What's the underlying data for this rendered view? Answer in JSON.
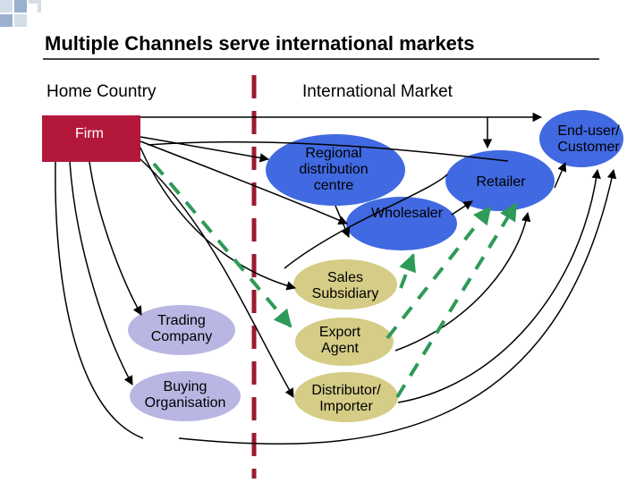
{
  "title": "Multiple Channels serve international markets",
  "columns": {
    "home": "Home Country",
    "international": "International Market"
  },
  "nodes": {
    "firm": "Firm",
    "end_user": [
      "End-user/",
      "Customer"
    ],
    "regional": [
      "Regional",
      "distribution",
      "centre"
    ],
    "retailer": "Retailer",
    "wholesaler": "Wholesaler",
    "sales_subsidiary": [
      "Sales",
      "Subsidiary"
    ],
    "trading_company": [
      "Trading",
      "Company"
    ],
    "export_agent": [
      "Export",
      "Agent"
    ],
    "buying_organisation": [
      "Buying",
      "Organisation"
    ],
    "distributor_importer": [
      "Distributor/",
      "Importer"
    ]
  },
  "colors": {
    "firm_box": "#b3183a",
    "divider": "#9b1b30",
    "blue_node": "#4169e1",
    "olive_node": "#d5cc86",
    "lavender_node": "#b9b6e3",
    "arrow_green": "#2e9a58",
    "bullet": "#9ab0cf"
  }
}
